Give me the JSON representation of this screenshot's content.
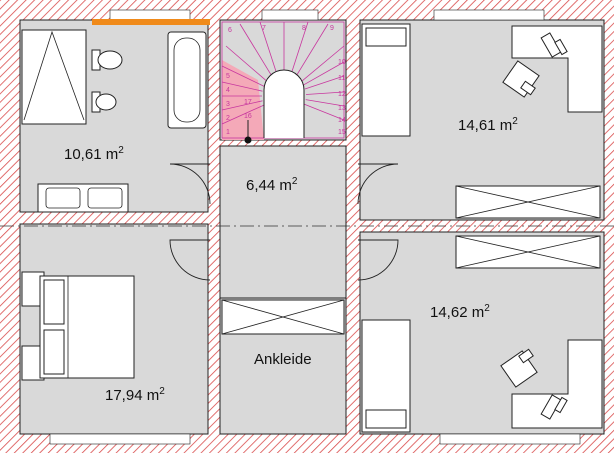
{
  "rooms": {
    "bathroom": {
      "area": "10,61 m",
      "unit_sup": "2"
    },
    "hallway": {
      "area": "6,44 m",
      "unit_sup": "2"
    },
    "office_top": {
      "area": "14,61 m",
      "unit_sup": "2"
    },
    "office_bottom": {
      "area": "14,62 m",
      "unit_sup": "2"
    },
    "bedroom": {
      "area": "17,94 m",
      "unit_sup": "2"
    },
    "walkin": {
      "name": "Ankleide"
    }
  },
  "stairs": {
    "left_steps": [
      "1",
      "2",
      "3",
      "4",
      "5",
      "6"
    ],
    "right_steps": [
      "10",
      "11",
      "12",
      "13",
      "14",
      "15"
    ],
    "top_steps": [
      "7",
      "8",
      "9"
    ],
    "winder_steps": [
      "16",
      "17"
    ]
  },
  "colors": {
    "floor": "#d9d9d9",
    "wall_hatch": "#d94a4a",
    "stair_fill": "#f4a9b8",
    "stair_line": "#c8369e",
    "counter": "#f08a1a"
  }
}
